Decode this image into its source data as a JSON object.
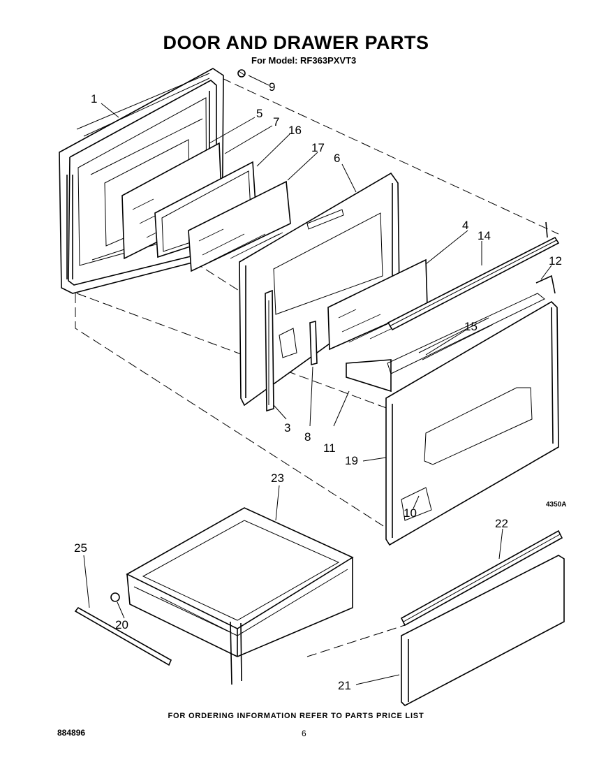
{
  "title": "DOOR AND DRAWER PARTS",
  "subtitle": "For Model: RF363PXVT3",
  "callouts": [
    "1",
    "9",
    "5",
    "7",
    "16",
    "17",
    "6",
    "4",
    "14",
    "12",
    "15",
    "3",
    "8",
    "11",
    "19",
    "10",
    "23",
    "22",
    "25",
    "20",
    "21"
  ],
  "figure_code": "4350A",
  "footer": "FOR ORDERING INFORMATION REFER TO PARTS PRICE LIST",
  "doc_number": "884896",
  "page_number": "6"
}
